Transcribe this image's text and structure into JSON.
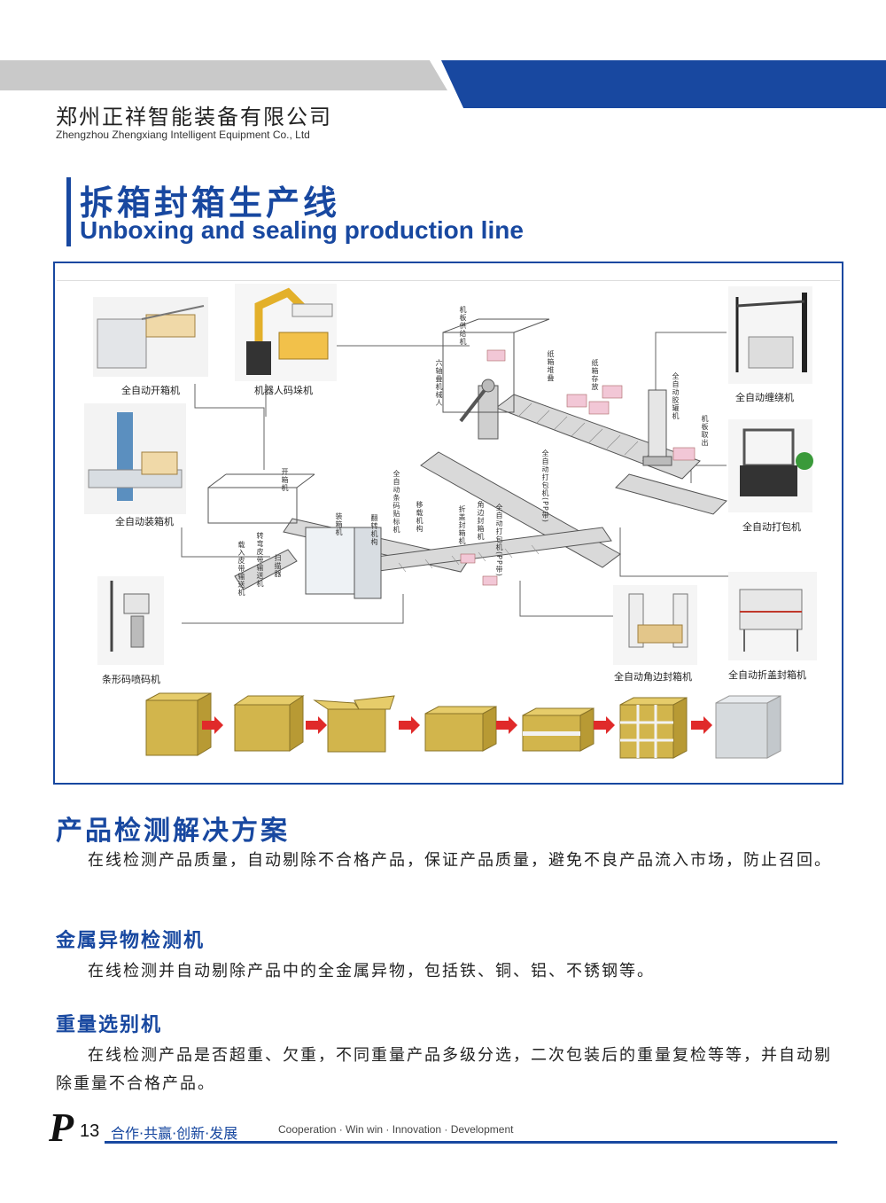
{
  "header": {
    "company_cn": "郑州正祥智能装备有限公司",
    "company_en": "Zhengzhou Zhengxiang Intelligent Equipment Co., Ltd"
  },
  "title": {
    "cn": "拆箱封箱生产线",
    "en": "Unboxing and sealing production line"
  },
  "diagram": {
    "machines": {
      "opener": "全自动开箱机",
      "robot_palletizer": "机器人码垛机",
      "packer": "全自动装箱机",
      "inkjet": "条形码喷码机",
      "wrapper": "全自动缠绕机",
      "strapper": "全自动打包机",
      "corner_sealer": "全自动角边封箱机",
      "fold_sealer": "全自动折盖封箱机"
    },
    "line_labels": {
      "pallet_feeder": "机板供给机",
      "six_axis": "六轴叠机械人",
      "box_stack": "纸箱堆叠",
      "box_store": "纸箱存放",
      "auto_gluer": "全自动胶罐机",
      "pallet_out": "机板取出",
      "pp_strap_1": "全自动打包机(PP带)",
      "opener_short": "开箱机",
      "belt_conveyor": "载入皮带输送机",
      "turn_conveyor": "转弯皮带输送机",
      "scanner": "扫描器",
      "box_machine": "装箱机",
      "flip": "翻转机构",
      "labeler": "全自动条码贴标机",
      "transfer": "移载机构",
      "folder_sealer": "折盖封箱机",
      "corner_sealer_short": "角边封箱机",
      "pp_strap_2": "全自动打包机(PP带)"
    }
  },
  "detection": {
    "title": "产品检测解决方案",
    "desc": "在线检测产品质量，自动剔除不合格产品，保证产品质量，避免不良产品流入市场，防止召回。",
    "metal": {
      "title": "金属异物检测机",
      "desc": "在线检测并自动剔除产品中的全金属异物，包括铁、铜、铝、不锈钢等。"
    },
    "weight": {
      "title": "重量选别机",
      "desc": "在线检测产品是否超重、欠重，不同重量产品多级分选，二次包装后的重量复检等等，并自动剔除重量不合格产品。"
    }
  },
  "footer": {
    "letter": "P",
    "page": "13",
    "slogan": "合作·共赢·创新·发展",
    "slogan_en": "Cooperation · Win win · Innovation · Development"
  },
  "colors": {
    "brand_blue": "#1848a0",
    "header_gray": "#c9c9c9",
    "box_kraft": "#d2b54c",
    "arrow_red": "#e02a2a"
  }
}
